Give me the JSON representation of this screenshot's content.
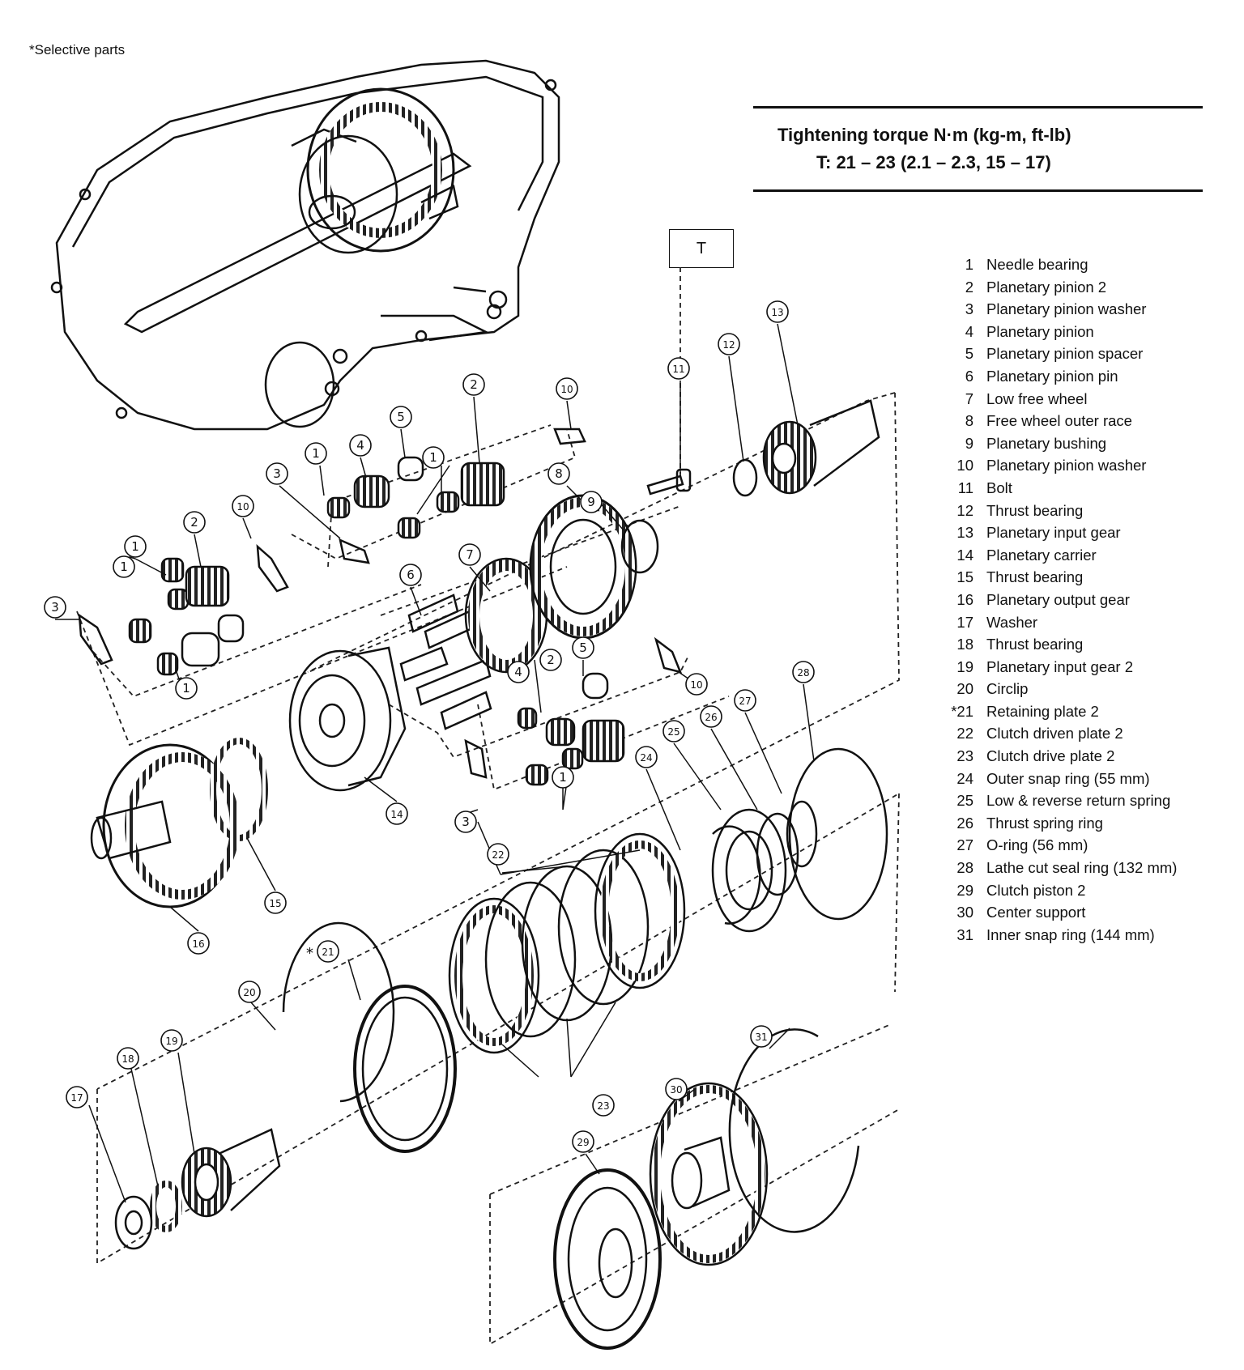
{
  "selective_note": "*Selective parts",
  "torque": {
    "title": "Tightening torque  N·m (kg-m, ft-lb)",
    "value": "T:   21 – 23 (2.1 – 2.3, 15 – 17)",
    "box_label": "T"
  },
  "legend": [
    {
      "num": "1",
      "label": "Needle bearing"
    },
    {
      "num": "2",
      "label": "Planetary pinion 2"
    },
    {
      "num": "3",
      "label": "Planetary pinion washer"
    },
    {
      "num": "4",
      "label": "Planetary pinion"
    },
    {
      "num": "5",
      "label": "Planetary pinion spacer"
    },
    {
      "num": "6",
      "label": "Planetary pinion pin"
    },
    {
      "num": "7",
      "label": "Low free wheel"
    },
    {
      "num": "8",
      "label": "Free wheel outer race"
    },
    {
      "num": "9",
      "label": "Planetary bushing"
    },
    {
      "num": "10",
      "label": "Planetary pinion washer"
    },
    {
      "num": "11",
      "label": "Bolt"
    },
    {
      "num": "12",
      "label": "Thrust bearing"
    },
    {
      "num": "13",
      "label": "Planetary input gear"
    },
    {
      "num": "14",
      "label": "Planetary carrier"
    },
    {
      "num": "15",
      "label": "Thrust bearing"
    },
    {
      "num": "16",
      "label": "Planetary output gear"
    },
    {
      "num": "17",
      "label": "Washer"
    },
    {
      "num": "18",
      "label": "Thrust bearing"
    },
    {
      "num": "19",
      "label": "Planetary input gear 2"
    },
    {
      "num": "20",
      "label": "Circlip"
    },
    {
      "num": "*21",
      "label": "Retaining plate 2"
    },
    {
      "num": "22",
      "label": "Clutch driven plate 2"
    },
    {
      "num": "23",
      "label": "Clutch drive plate 2"
    },
    {
      "num": "24",
      "label": "Outer snap ring (55 mm)"
    },
    {
      "num": "25",
      "label": "Low & reverse return spring"
    },
    {
      "num": "26",
      "label": "Thrust spring ring"
    },
    {
      "num": "27",
      "label": "O-ring (56 mm)"
    },
    {
      "num": "28",
      "label": "Lathe cut seal ring (132 mm)"
    },
    {
      "num": "29",
      "label": "Clutch piston 2"
    },
    {
      "num": "30",
      "label": "Center support"
    },
    {
      "num": "31",
      "label": "Inner snap ring (144 mm)"
    }
  ],
  "callouts": [
    {
      "label": "1"
    },
    {
      "label": "1"
    },
    {
      "label": "1"
    },
    {
      "label": "1"
    },
    {
      "label": "1"
    },
    {
      "label": "1"
    },
    {
      "label": "2"
    },
    {
      "label": "2"
    },
    {
      "label": "2"
    },
    {
      "label": "3"
    },
    {
      "label": "3"
    },
    {
      "label": "3"
    },
    {
      "label": "4"
    },
    {
      "label": "4"
    },
    {
      "label": "5"
    },
    {
      "label": "5"
    },
    {
      "label": "6"
    },
    {
      "label": "7"
    },
    {
      "label": "8"
    },
    {
      "label": "9"
    },
    {
      "label": "10"
    },
    {
      "label": "10"
    },
    {
      "label": "10"
    },
    {
      "label": "11"
    },
    {
      "label": "12"
    },
    {
      "label": "13"
    },
    {
      "label": "14"
    },
    {
      "label": "15"
    },
    {
      "label": "16"
    },
    {
      "label": "17"
    },
    {
      "label": "18"
    },
    {
      "label": "19"
    },
    {
      "label": "20"
    },
    {
      "label": "21"
    },
    {
      "label": "22"
    },
    {
      "label": "23"
    },
    {
      "label": "24"
    },
    {
      "label": "25"
    },
    {
      "label": "26"
    },
    {
      "label": "27"
    },
    {
      "label": "28"
    },
    {
      "label": "29"
    },
    {
      "label": "30"
    },
    {
      "label": "31"
    }
  ],
  "asterisk_21": "*"
}
